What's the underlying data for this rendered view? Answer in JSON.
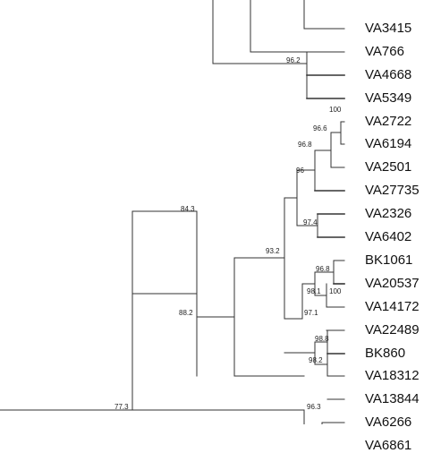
{
  "tree": {
    "tips": [
      "VA3415",
      "VA766",
      "VA4668",
      "VA5349",
      "VA2722",
      "VA6194",
      "VA2501",
      "VA27735",
      "VA2326",
      "VA6402",
      "BK1061",
      "VA20537",
      "VA14172",
      "VA22489",
      "BK860",
      "VA18312",
      "VA13844",
      "VA6266",
      "VA6861"
    ],
    "support_values": [
      "96.2",
      "100",
      "96.6",
      "96.8",
      "96",
      "97.4",
      "93.2",
      "84.3",
      "96.8",
      "98.1",
      "100",
      "97.1",
      "98.8",
      "98.2",
      "88.2",
      "96.3",
      "77.3"
    ],
    "line_color": "#333333"
  }
}
